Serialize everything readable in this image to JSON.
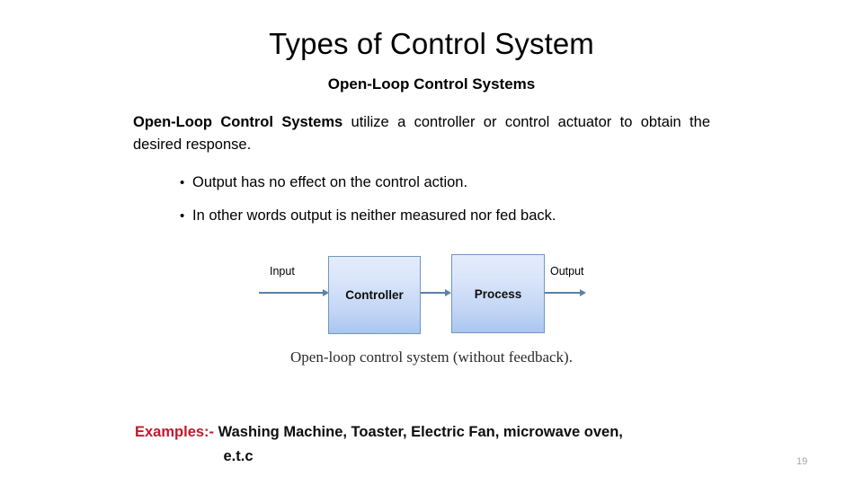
{
  "slide": {
    "title": "Types of Control System",
    "subtitle": "Open-Loop Control Systems",
    "page_number": "19"
  },
  "body": {
    "lead": "Open-Loop Control Systems",
    "rest": " utilize a controller or control actuator to obtain the desired response."
  },
  "bullets": [
    {
      "marker": "•",
      "text": "Output has no effect on the control action."
    },
    {
      "marker": "•",
      "text": "In other words output is neither measured nor fed back."
    }
  ],
  "diagram": {
    "input_label": "Input",
    "output_label": "Output",
    "blocks": [
      {
        "label": "Controller"
      },
      {
        "label": "Process"
      }
    ],
    "caption": "Open-loop control system (without feedback).",
    "block_border_color": "#7296c0",
    "block_fill_top": "#e4ecfb",
    "block_fill_bottom": "#aac6f0",
    "arrow_color": "#5b80a6"
  },
  "examples": {
    "label": "Examples:-",
    "line1": " Washing Machine, Toaster, Electric Fan, microwave oven,",
    "line2": "e.t.c",
    "label_color": "#bf1a2b"
  }
}
